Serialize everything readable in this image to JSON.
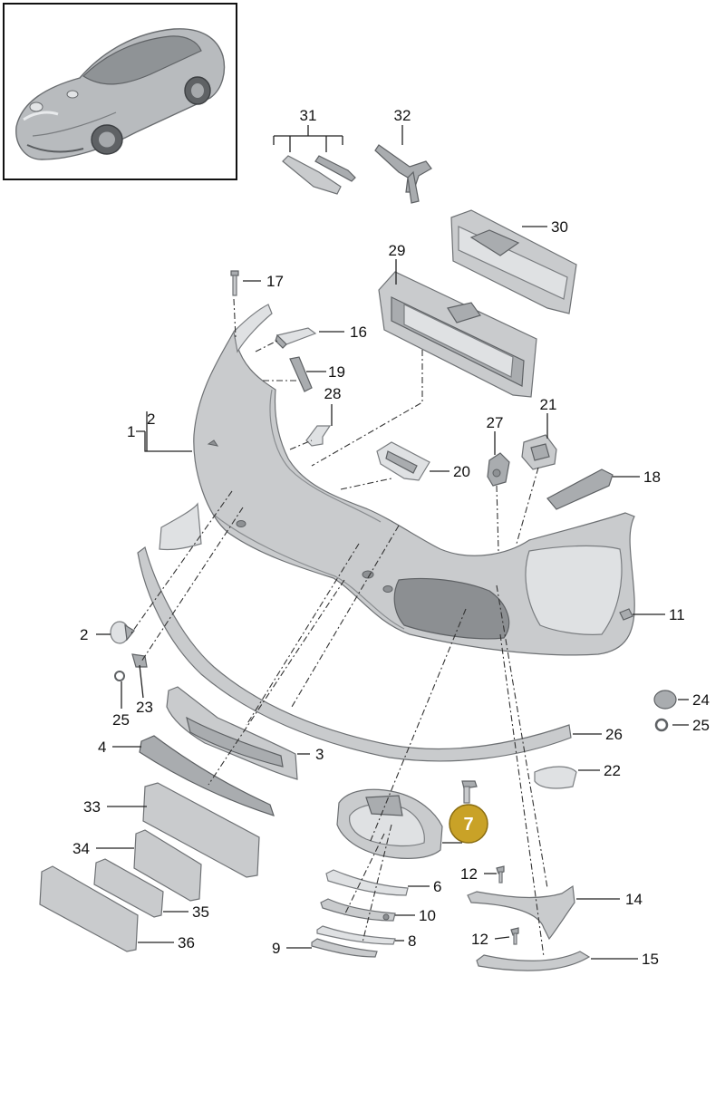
{
  "diagram": {
    "inset_label": "vehicle-overview",
    "highlighted_callout": "7",
    "callouts": [
      {
        "id": "c1",
        "text": "1"
      },
      {
        "id": "c2",
        "text": "2"
      },
      {
        "id": "c2b",
        "text": "2"
      },
      {
        "id": "c3",
        "text": "3"
      },
      {
        "id": "c4",
        "text": "4"
      },
      {
        "id": "c6",
        "text": "6"
      },
      {
        "id": "c8",
        "text": "8"
      },
      {
        "id": "c9",
        "text": "9"
      },
      {
        "id": "c10",
        "text": "10"
      },
      {
        "id": "c11",
        "text": "11"
      },
      {
        "id": "c12a",
        "text": "12"
      },
      {
        "id": "c12b",
        "text": "12"
      },
      {
        "id": "c14",
        "text": "14"
      },
      {
        "id": "c15",
        "text": "15"
      },
      {
        "id": "c16",
        "text": "16"
      },
      {
        "id": "c17",
        "text": "17"
      },
      {
        "id": "c18",
        "text": "18"
      },
      {
        "id": "c19",
        "text": "19"
      },
      {
        "id": "c20",
        "text": "20"
      },
      {
        "id": "c21",
        "text": "21"
      },
      {
        "id": "c22",
        "text": "22"
      },
      {
        "id": "c23",
        "text": "23"
      },
      {
        "id": "c24",
        "text": "24"
      },
      {
        "id": "c25a",
        "text": "25"
      },
      {
        "id": "c25b",
        "text": "25"
      },
      {
        "id": "c26",
        "text": "26"
      },
      {
        "id": "c27",
        "text": "27"
      },
      {
        "id": "c28",
        "text": "28"
      },
      {
        "id": "c29",
        "text": "29"
      },
      {
        "id": "c30",
        "text": "30"
      },
      {
        "id": "c31",
        "text": "31"
      },
      {
        "id": "c32",
        "text": "32"
      },
      {
        "id": "c33",
        "text": "33"
      },
      {
        "id": "c34",
        "text": "34"
      },
      {
        "id": "c35",
        "text": "35"
      },
      {
        "id": "c36",
        "text": "36"
      }
    ],
    "colors": {
      "highlight_fill": "#c9a227",
      "highlight_stroke": "#8a6d12",
      "part_fill": "#c9cbcd",
      "line": "#222222"
    }
  }
}
